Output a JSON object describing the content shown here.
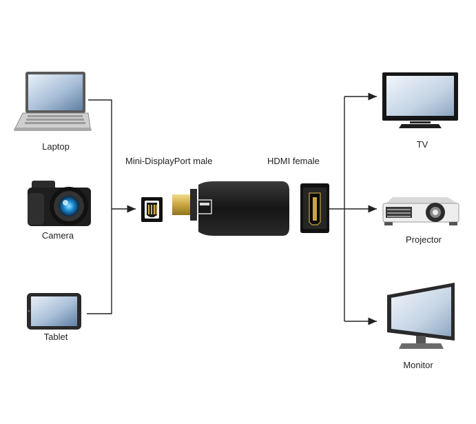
{
  "sources": {
    "laptop": "Laptop",
    "camera": "Camera",
    "tablet": "Tablet"
  },
  "connectors": {
    "input": "Mini-DisplayPort male",
    "output": "HDMI female"
  },
  "targets": {
    "tv": "TV",
    "projector": "Projector",
    "monitor": "Monitor"
  },
  "colors": {
    "line": "#222222",
    "adapter": "#1b1b1b",
    "gold": "#c9a640"
  }
}
